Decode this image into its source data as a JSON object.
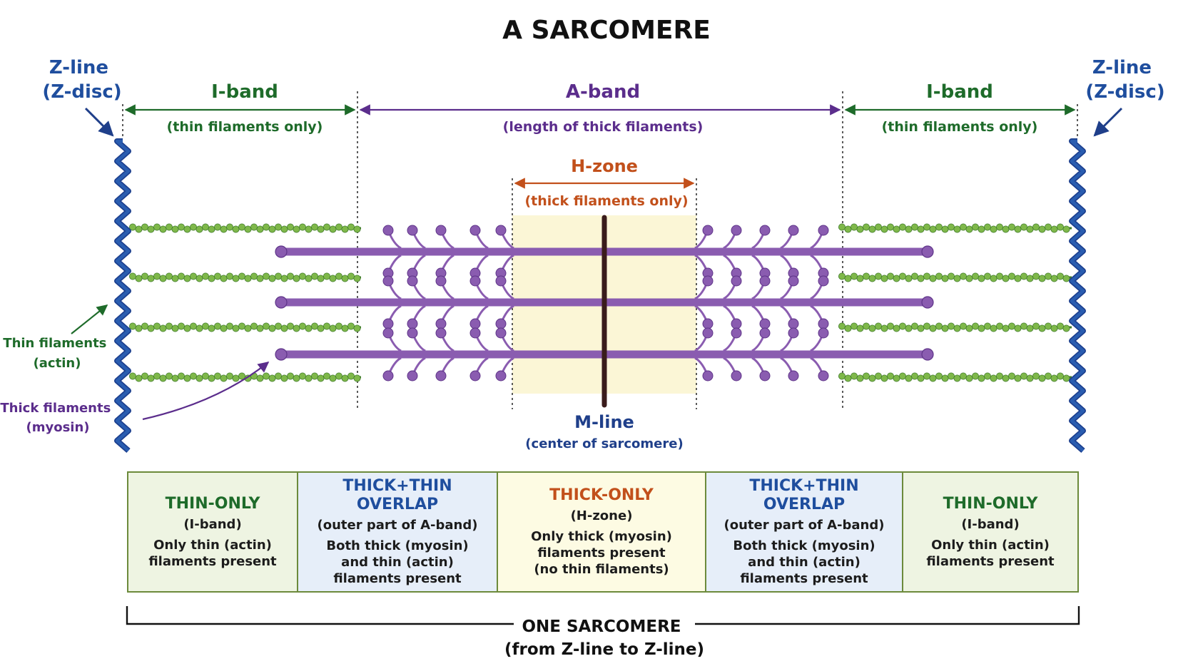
{
  "title": "A SARCOMERE",
  "labels": {
    "z_line_left": [
      "Z-line",
      "(Z-disc)"
    ],
    "z_line_right": [
      "Z-line",
      "(Z-disc)"
    ],
    "i_band_left": "I-band",
    "i_band_left_sub": "(thin filaments only)",
    "a_band": "A-band",
    "a_band_sub": "(length of thick filaments)",
    "i_band_right": "I-band",
    "i_band_right_sub": "(thin filaments only)",
    "h_zone": "H-zone",
    "h_zone_sub": "(thick filaments only)",
    "m_line": "M-line",
    "m_line_sub": "(center of sarcomere)",
    "thin_filaments": [
      "Thin filaments",
      "(actin)"
    ],
    "thick_filaments": [
      "Thick filaments",
      "(myosin)"
    ]
  },
  "regions": [
    {
      "heading": [
        "THIN-ONLY"
      ],
      "sub": "(I-band)",
      "lines": [
        "Only thin (actin)",
        "filaments present"
      ],
      "color": "#1e6b2a",
      "bg": "#eef4e2"
    },
    {
      "heading": [
        "THICK+THIN",
        "OVERLAP"
      ],
      "sub": "(outer part of A-band)",
      "lines": [
        "Both thick (myosin)",
        "and thin (actin)",
        "filaments present"
      ],
      "color": "#1f4e9e",
      "bg": "#e6eef9"
    },
    {
      "heading": [
        "THICK-ONLY"
      ],
      "sub": "(H-zone)",
      "lines": [
        "Only thick (myosin)",
        "filaments present",
        "(no thin filaments)"
      ],
      "color": "#c2501b",
      "bg": "#fdfbe3"
    },
    {
      "heading": [
        "THICK+THIN",
        "OVERLAP"
      ],
      "sub": "(outer part of A-band)",
      "lines": [
        "Both thick (myosin)",
        "and thin (actin)",
        "filaments present"
      ],
      "color": "#1f4e9e",
      "bg": "#e6eef9"
    },
    {
      "heading": [
        "THIN-ONLY"
      ],
      "sub": "(I-band)",
      "lines": [
        "Only thin (actin)",
        "filaments present"
      ],
      "color": "#1e6b2a",
      "bg": "#eef4e2"
    }
  ],
  "bracket": [
    "ONE SARCOMERE",
    "(from Z-line to Z-line)"
  ],
  "colors": {
    "z_line": "#2a5db0",
    "actin": "#7fb84a",
    "actin_dark": "#3f7a2a",
    "myosin": "#8a5cb0",
    "myosin_dark": "#5e3488",
    "i_band": "#1e6b2a",
    "a_band": "#5b2d8c",
    "h_zone": "#c2501b",
    "m_line": "#1f3f8a",
    "h_zone_fill": "#fbf6d6",
    "title": "#111111"
  }
}
